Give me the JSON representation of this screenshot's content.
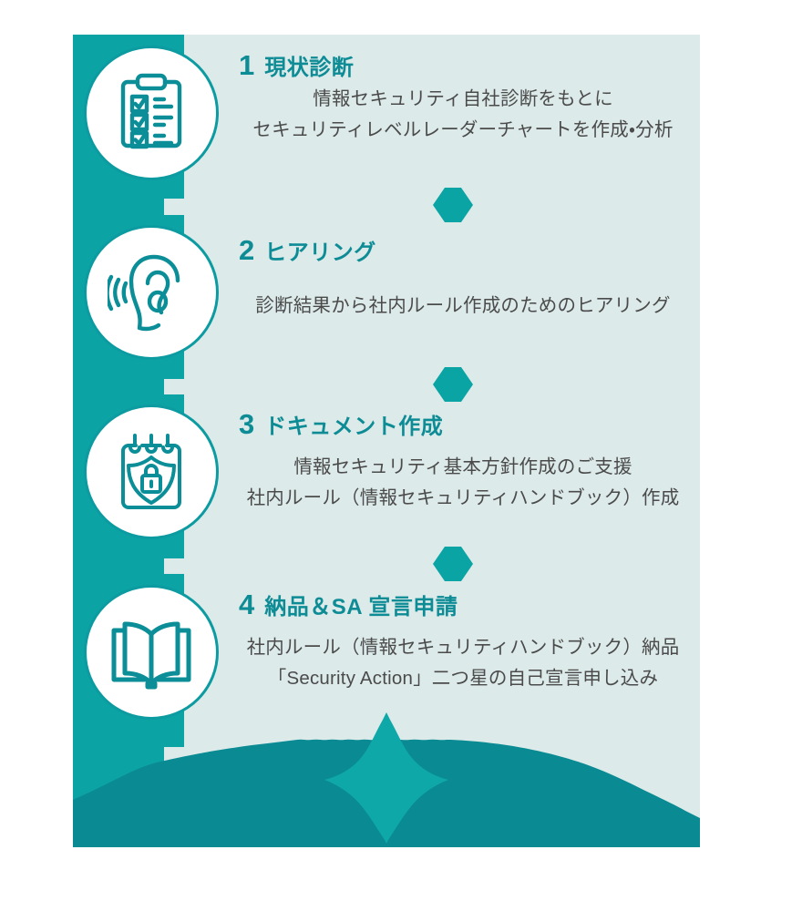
{
  "graphic": {
    "kind": "process-flow-infographic",
    "language": "ja",
    "colors": {
      "panel_background": "#dceae9",
      "rail_teal": "#0ca3a5",
      "circle_ring": "#0b9ba0",
      "heading_teal": "#0e8c96",
      "body_gray": "#4b4b4b",
      "mountain_dark": "#0a8a92",
      "mountain_peak": "#0fa8a8",
      "diamond": "#0ba4a5",
      "icon_stroke": "#0b8e97",
      "circle_fill": "#ffffff",
      "page_background": "#ffffff"
    }
  },
  "steps": [
    {
      "number": "1",
      "title": "現状診断",
      "icon": "clipboard-checklist-icon",
      "lines": [
        "情報セキュリティ自社診断をもとに",
        "セキュリティレベルレーダーチャートを作成・分析"
      ]
    },
    {
      "number": "2",
      "title": "ヒアリング",
      "icon": "ear-listening-icon",
      "lines": [
        "診断結果から社内ルール作成のためのヒアリング"
      ]
    },
    {
      "number": "3",
      "title": "ドキュメント作成",
      "icon": "notepad-shield-lock-icon",
      "lines": [
        "情報セキュリティ基本方針作成のご支援",
        "社内ルール（情報セキュリティハンドブック）作成"
      ]
    },
    {
      "number": "4",
      "title": "納品＆SA 宣言申請",
      "icon": "open-book-icon",
      "lines": [
        "社内ルール（情報セキュリティハンドブック）納品",
        "「Security Action」二つ星の自己宣言申し込み"
      ]
    }
  ],
  "separators": [
    {
      "name": "diamond-separator-1-2"
    },
    {
      "name": "diamond-separator-2-3"
    },
    {
      "name": "diamond-separator-3-4"
    }
  ],
  "footer_decoration": {
    "name": "mountain-silhouette",
    "description": "mountain-range-with-peak"
  }
}
